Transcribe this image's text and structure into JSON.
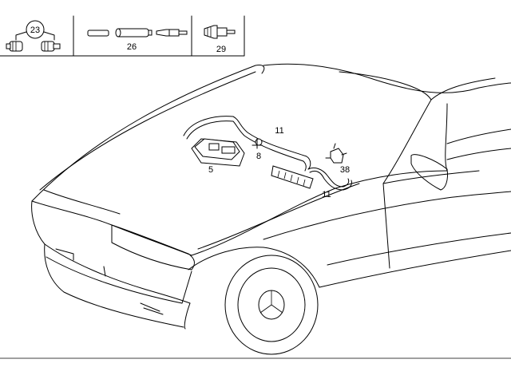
{
  "header_parts": {
    "circled_number": "23",
    "label_b": "26",
    "label_c": "29"
  },
  "callouts": {
    "hose_top": "11",
    "screw": "8",
    "control_unit": "5",
    "valve": "38",
    "hose_bottom": "11"
  }
}
